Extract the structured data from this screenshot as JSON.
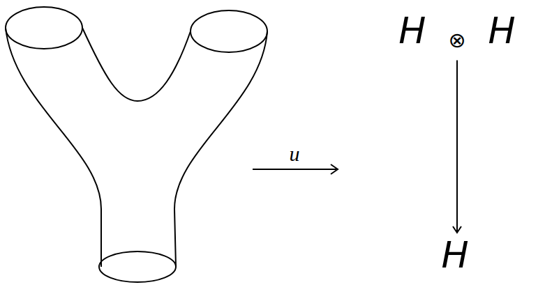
{
  "diagram": {
    "nodes": [
      {
        "text": [
          "H",
          "⊗",
          "H"
        ]
      },
      {
        "text": [
          "H"
        ]
      }
    ],
    "edges": [
      {
        "from": 0,
        "to": 1,
        "arrow": "to"
      }
    ],
    "labels": [
      "u"
    ]
  }
}
